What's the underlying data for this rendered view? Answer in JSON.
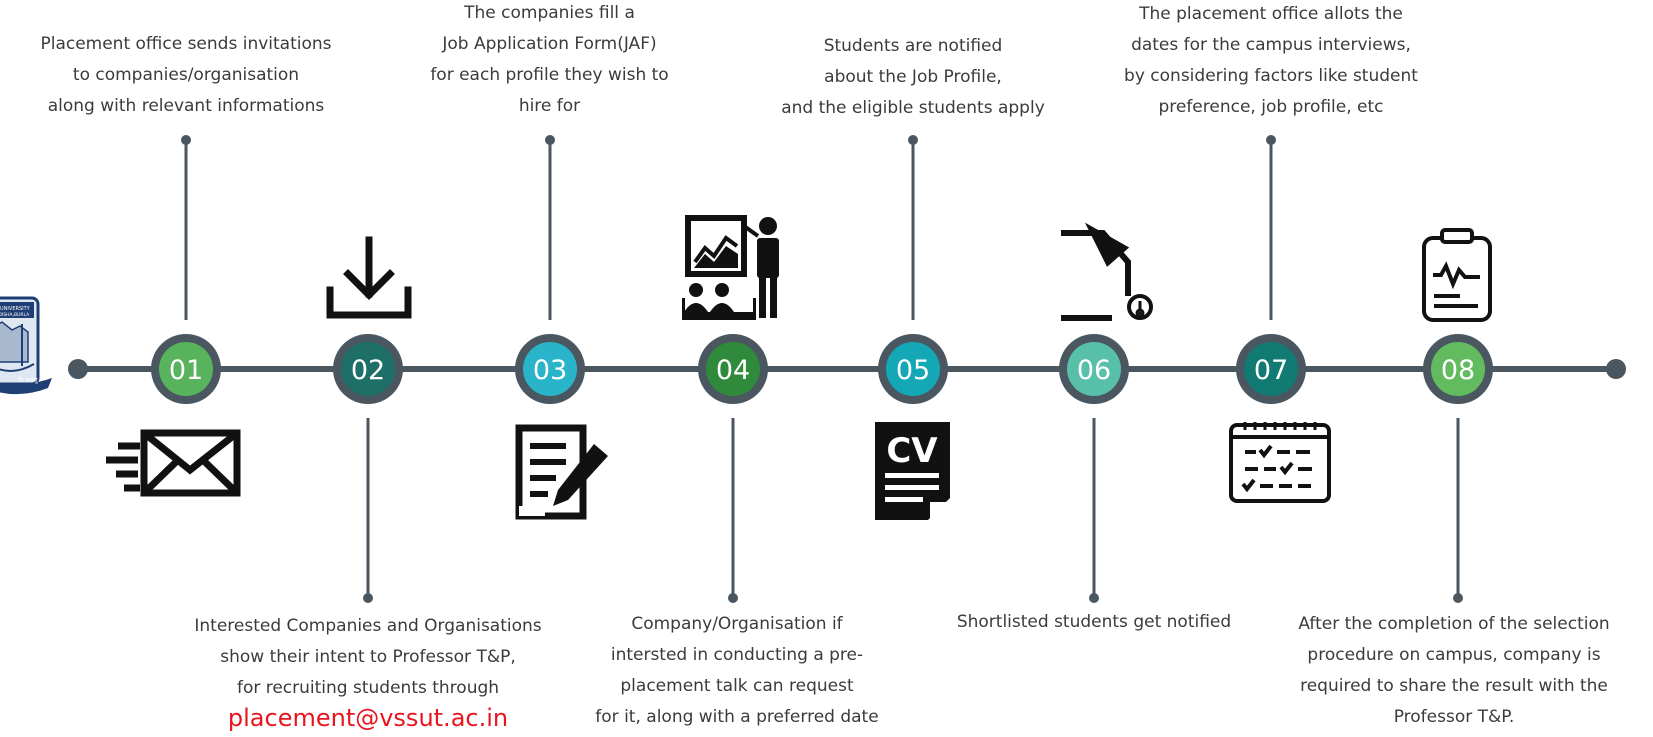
{
  "steps": [
    {
      "number": "01",
      "color": "#57b35c",
      "lines": [
        "Placement office sends invitations",
        "to companies/organisation",
        "along with relevant informations"
      ],
      "icon": "email-send-icon"
    },
    {
      "number": "02",
      "color": "#1d6f68",
      "lines": [
        "Interested Companies and Organisations",
        "show their intent to Professor T&P,",
        "for recruiting students through"
      ],
      "email": "placement@vssut.ac.in",
      "icon": "download-icon"
    },
    {
      "number": "03",
      "color": "#2ab4c9",
      "lines": [
        "The companies fill a",
        "Job Application Form(JAF)",
        "for each profile they wish to",
        "hire for"
      ],
      "icon": "form-edit-icon"
    },
    {
      "number": "04",
      "color": "#2f8a3c",
      "lines": [
        "Company/Organisation if",
        "intersted in conducting a pre-",
        "placement talk can request",
        "for it, along with a preferred date"
      ],
      "icon": "presentation-icon"
    },
    {
      "number": "05",
      "color": "#14a7b5",
      "lines": [
        "Students are notified",
        "about the Job Profile,",
        "and the eligible students apply"
      ],
      "icon": "cv-document-icon"
    },
    {
      "number": "06",
      "color": "#58bfa8",
      "lines": [
        "Shortlisted students get notified"
      ],
      "icon": "notification-document-icon"
    },
    {
      "number": "07",
      "color": "#117a72",
      "lines": [
        "The placement office allots the",
        "dates for the campus interviews,",
        "by considering factors like student",
        "preference, job profile, etc"
      ],
      "icon": "calendar-checklist-icon"
    },
    {
      "number": "08",
      "color": "#63bb5f",
      "lines": [
        "After the completion of the selection",
        "procedure on campus, company is",
        "required to share the result with the",
        "Professor T&P."
      ],
      "icon": "clipboard-report-icon"
    }
  ],
  "cv_label": "CV",
  "logo": {
    "name": "university-logo-icon",
    "top_text": "SAI UNIVERSITY",
    "sub_text": "Y,ODISHA,BURLA",
    "motto": "ति कर्मसु"
  },
  "colors": {
    "timeline": "#4a5660",
    "ring": "#4a5660",
    "text": "#3b3b3b",
    "email": "#e8141e",
    "icon": "#111111"
  }
}
